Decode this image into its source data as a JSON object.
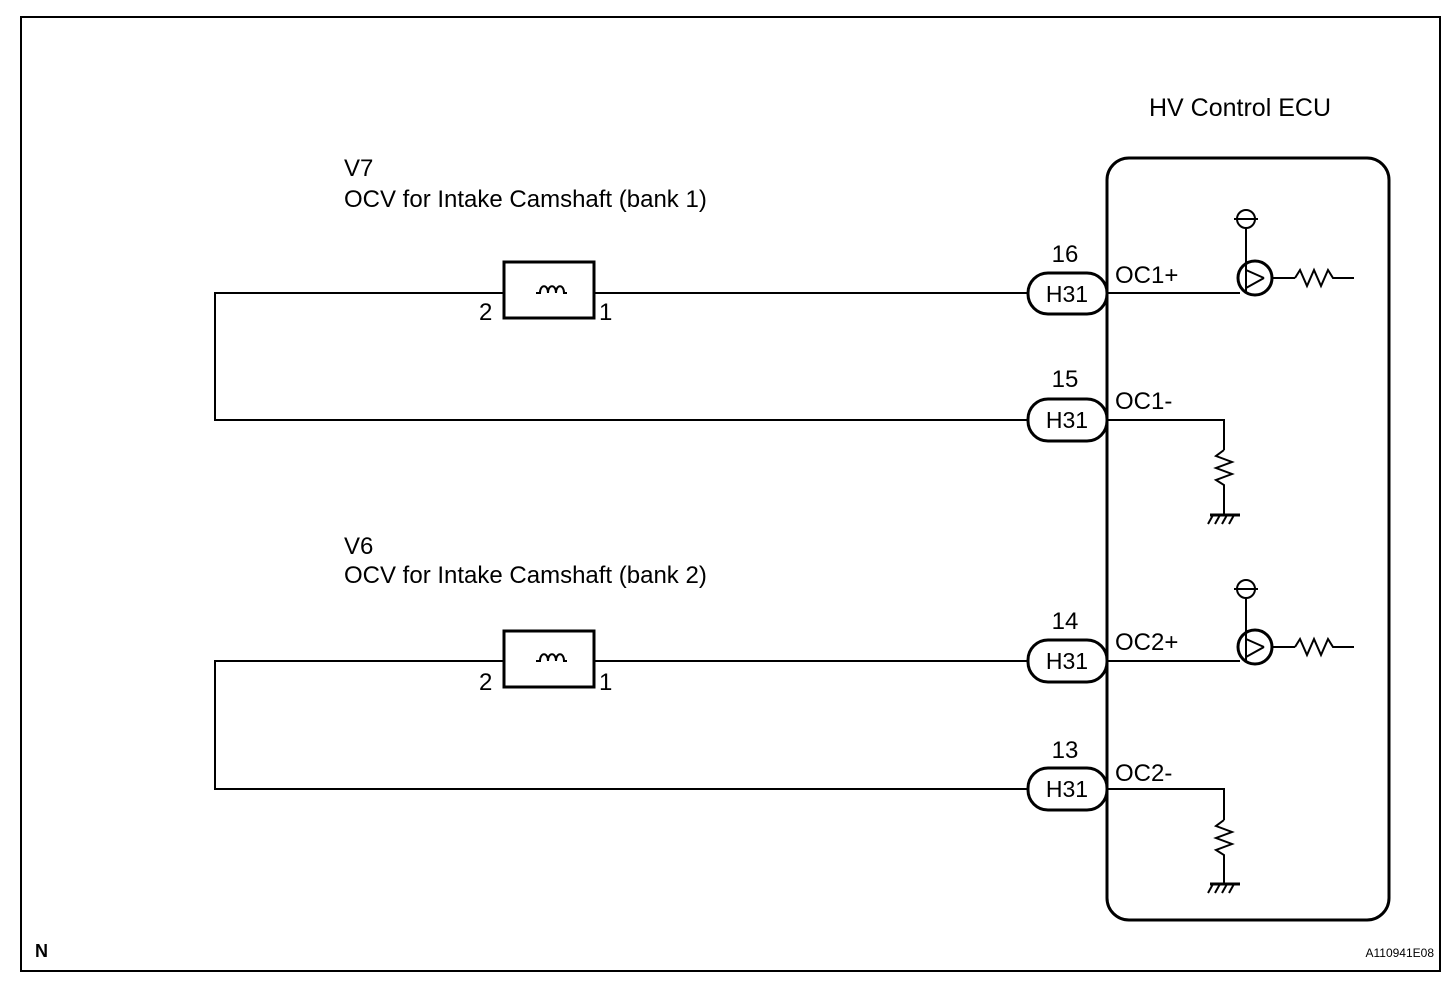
{
  "ecu": {
    "title": "HV Control ECU"
  },
  "components": [
    {
      "code": "V7",
      "name": "OCV for Intake Camshaft (bank 1)",
      "pin_left": "2",
      "pin_right": "1"
    },
    {
      "code": "V6",
      "name": "OCV for Intake Camshaft (bank 2)",
      "pin_left": "2",
      "pin_right": "1"
    }
  ],
  "terminals": [
    {
      "connector": "H31",
      "pin": "16",
      "signal": "OC1+"
    },
    {
      "connector": "H31",
      "pin": "15",
      "signal": "OC1-"
    },
    {
      "connector": "H31",
      "pin": "14",
      "signal": "OC2+"
    },
    {
      "connector": "H31",
      "pin": "13",
      "signal": "OC2-"
    }
  ],
  "footer": {
    "corner_mark": "N",
    "figure_id": "A110941E08"
  }
}
